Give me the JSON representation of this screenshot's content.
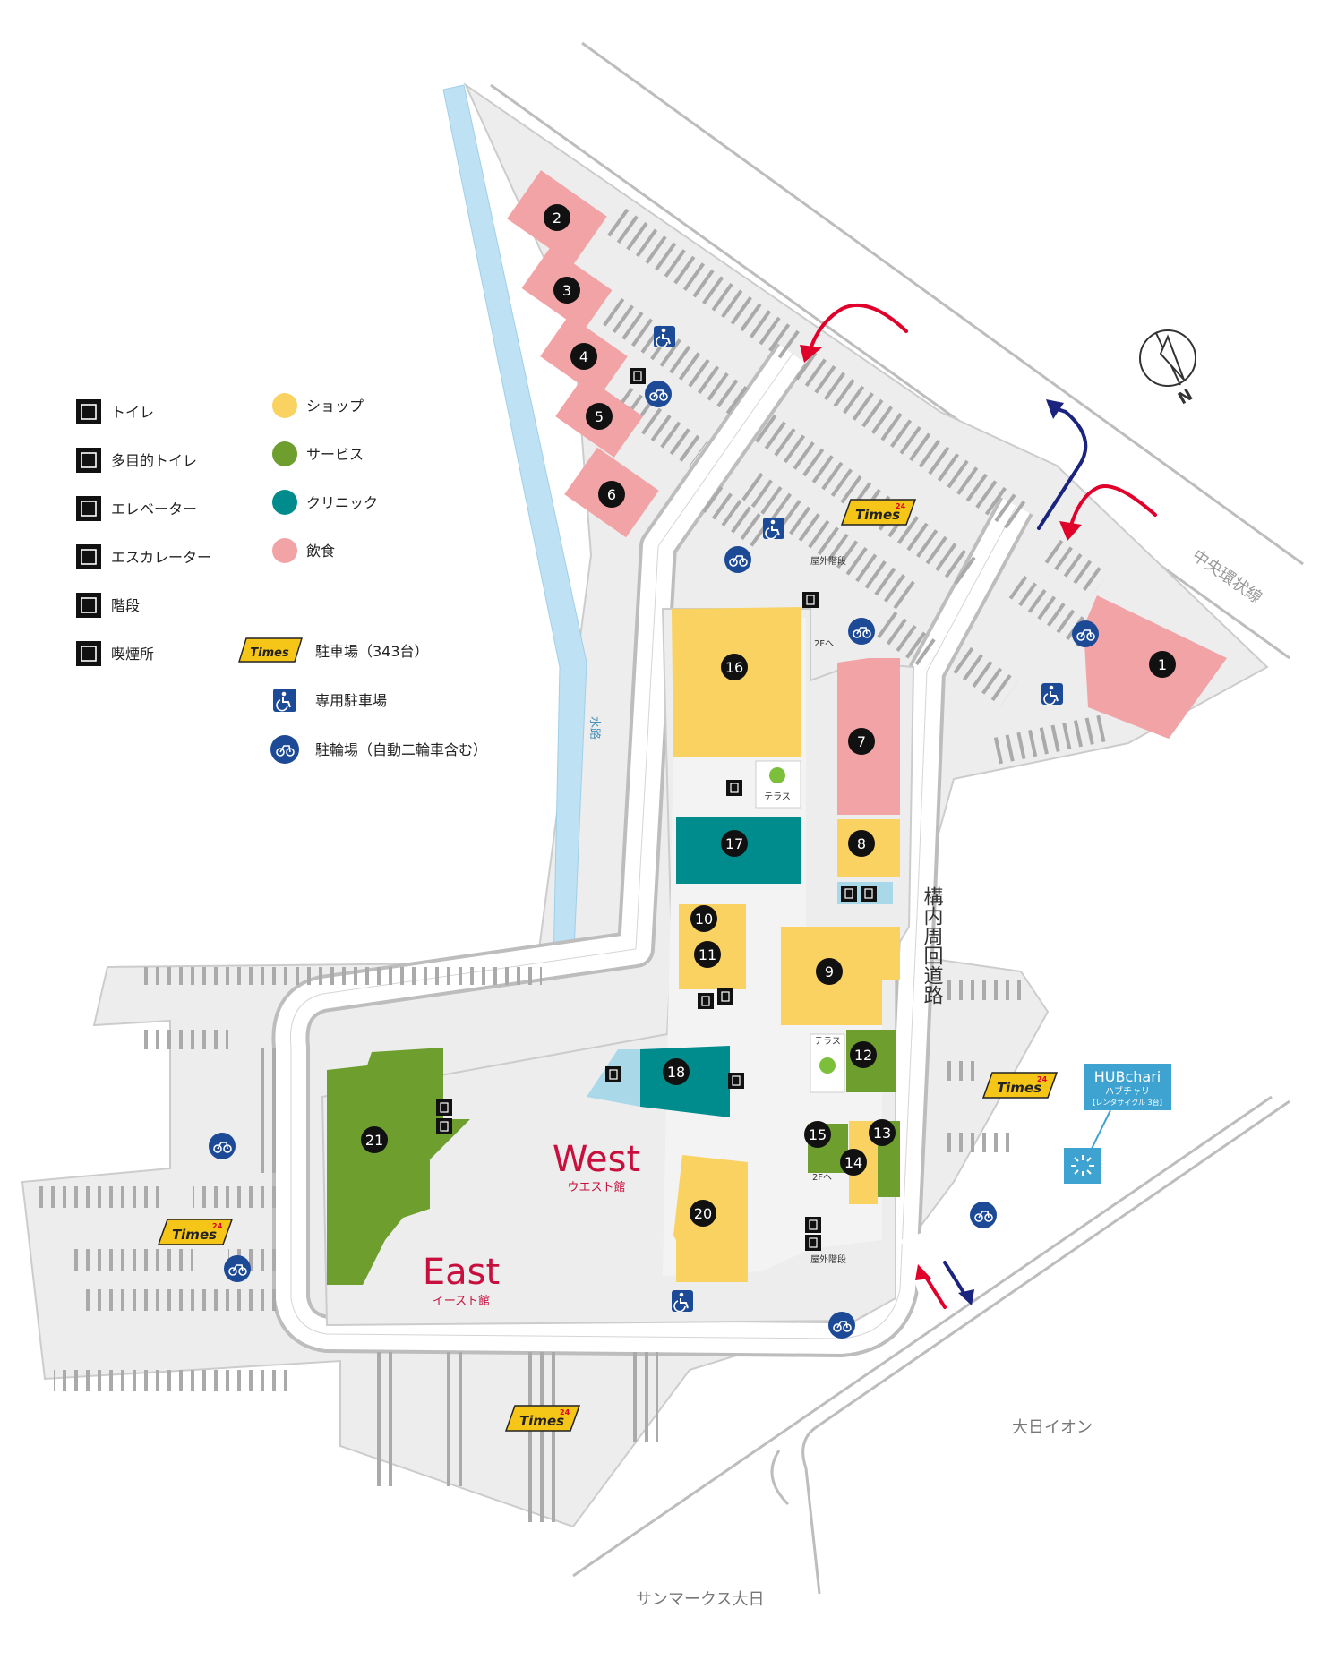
{
  "colors": {
    "shop": "#F9D262",
    "service": "#6E9F2E",
    "clinic": "#008C8C",
    "food": "#F2A3A6",
    "ground": "#EDEDED",
    "road": "#FFFFFF",
    "road_edge": "#BBBBBB",
    "water": "#BFE1F4",
    "times_yellow": "#F5C518",
    "badge_blue": "#1C4A97",
    "hub_blue": "#3FA3D1",
    "arrow_red": "#E0002A",
    "arrow_navy": "#1A237E",
    "restroom_blue": "#A9D8E8",
    "terrace_green": "#7BBF3A",
    "building_label_red": "#C8103E"
  },
  "legend": {
    "facilities": [
      {
        "icon": "toilet-icon",
        "label": "トイレ"
      },
      {
        "icon": "accessible-toilet-icon",
        "label": "多目的トイレ"
      },
      {
        "icon": "elevator-icon",
        "label": "エレベーター"
      },
      {
        "icon": "escalator-icon",
        "label": "エスカレーター"
      },
      {
        "icon": "stairs-icon",
        "label": "階段"
      },
      {
        "icon": "smoking-area-icon",
        "label": "喫煙所"
      }
    ],
    "categories": [
      {
        "color_key": "shop",
        "label": "ショップ"
      },
      {
        "color_key": "service",
        "label": "サービス"
      },
      {
        "color_key": "clinic",
        "label": "クリニック"
      },
      {
        "color_key": "food",
        "label": "飲食"
      }
    ],
    "parking": [
      {
        "icon": "times-parking-icon",
        "label": "駐車場（343台）"
      },
      {
        "icon": "accessible-parking-icon",
        "label": "専用駐車場"
      },
      {
        "icon": "bicycle-parking-icon",
        "label": "駐輪場（自動二輪車含む）"
      }
    ]
  },
  "buildings": {
    "west": {
      "name": "West",
      "sub": "ウエスト館"
    },
    "east": {
      "name": "East",
      "sub": "イースト館"
    }
  },
  "stores": [
    {
      "num": "1",
      "category": "food"
    },
    {
      "num": "2",
      "category": "food"
    },
    {
      "num": "3",
      "category": "food"
    },
    {
      "num": "4",
      "category": "food"
    },
    {
      "num": "5",
      "category": "food"
    },
    {
      "num": "6",
      "category": "food"
    },
    {
      "num": "7",
      "category": "food"
    },
    {
      "num": "8",
      "category": "shop"
    },
    {
      "num": "9",
      "category": "shop"
    },
    {
      "num": "10",
      "category": "shop"
    },
    {
      "num": "11",
      "category": "shop"
    },
    {
      "num": "12",
      "category": "service"
    },
    {
      "num": "13",
      "category": "service"
    },
    {
      "num": "14",
      "category": "shop"
    },
    {
      "num": "15",
      "category": "service"
    },
    {
      "num": "16",
      "category": "shop"
    },
    {
      "num": "17",
      "category": "clinic"
    },
    {
      "num": "18",
      "category": "clinic"
    },
    {
      "num": "20",
      "category": "shop"
    },
    {
      "num": "21",
      "category": "service"
    }
  ],
  "labels": {
    "ring_road": "構内周回道路",
    "expressway": "中央環状線",
    "canal": "水路",
    "daiichi_aeon": "大日イオン",
    "sanmarc": "サンマークス大日",
    "terrace": "テラス",
    "outdoor_stairs": "屋外階段",
    "to_2f": "2Fへ",
    "compass": "N",
    "times_logo": "Times",
    "times_24": "24"
  },
  "hubchari": {
    "title": "HUBchari",
    "kana": "ハブチャリ",
    "note": "【レンタサイクル 3台】"
  }
}
